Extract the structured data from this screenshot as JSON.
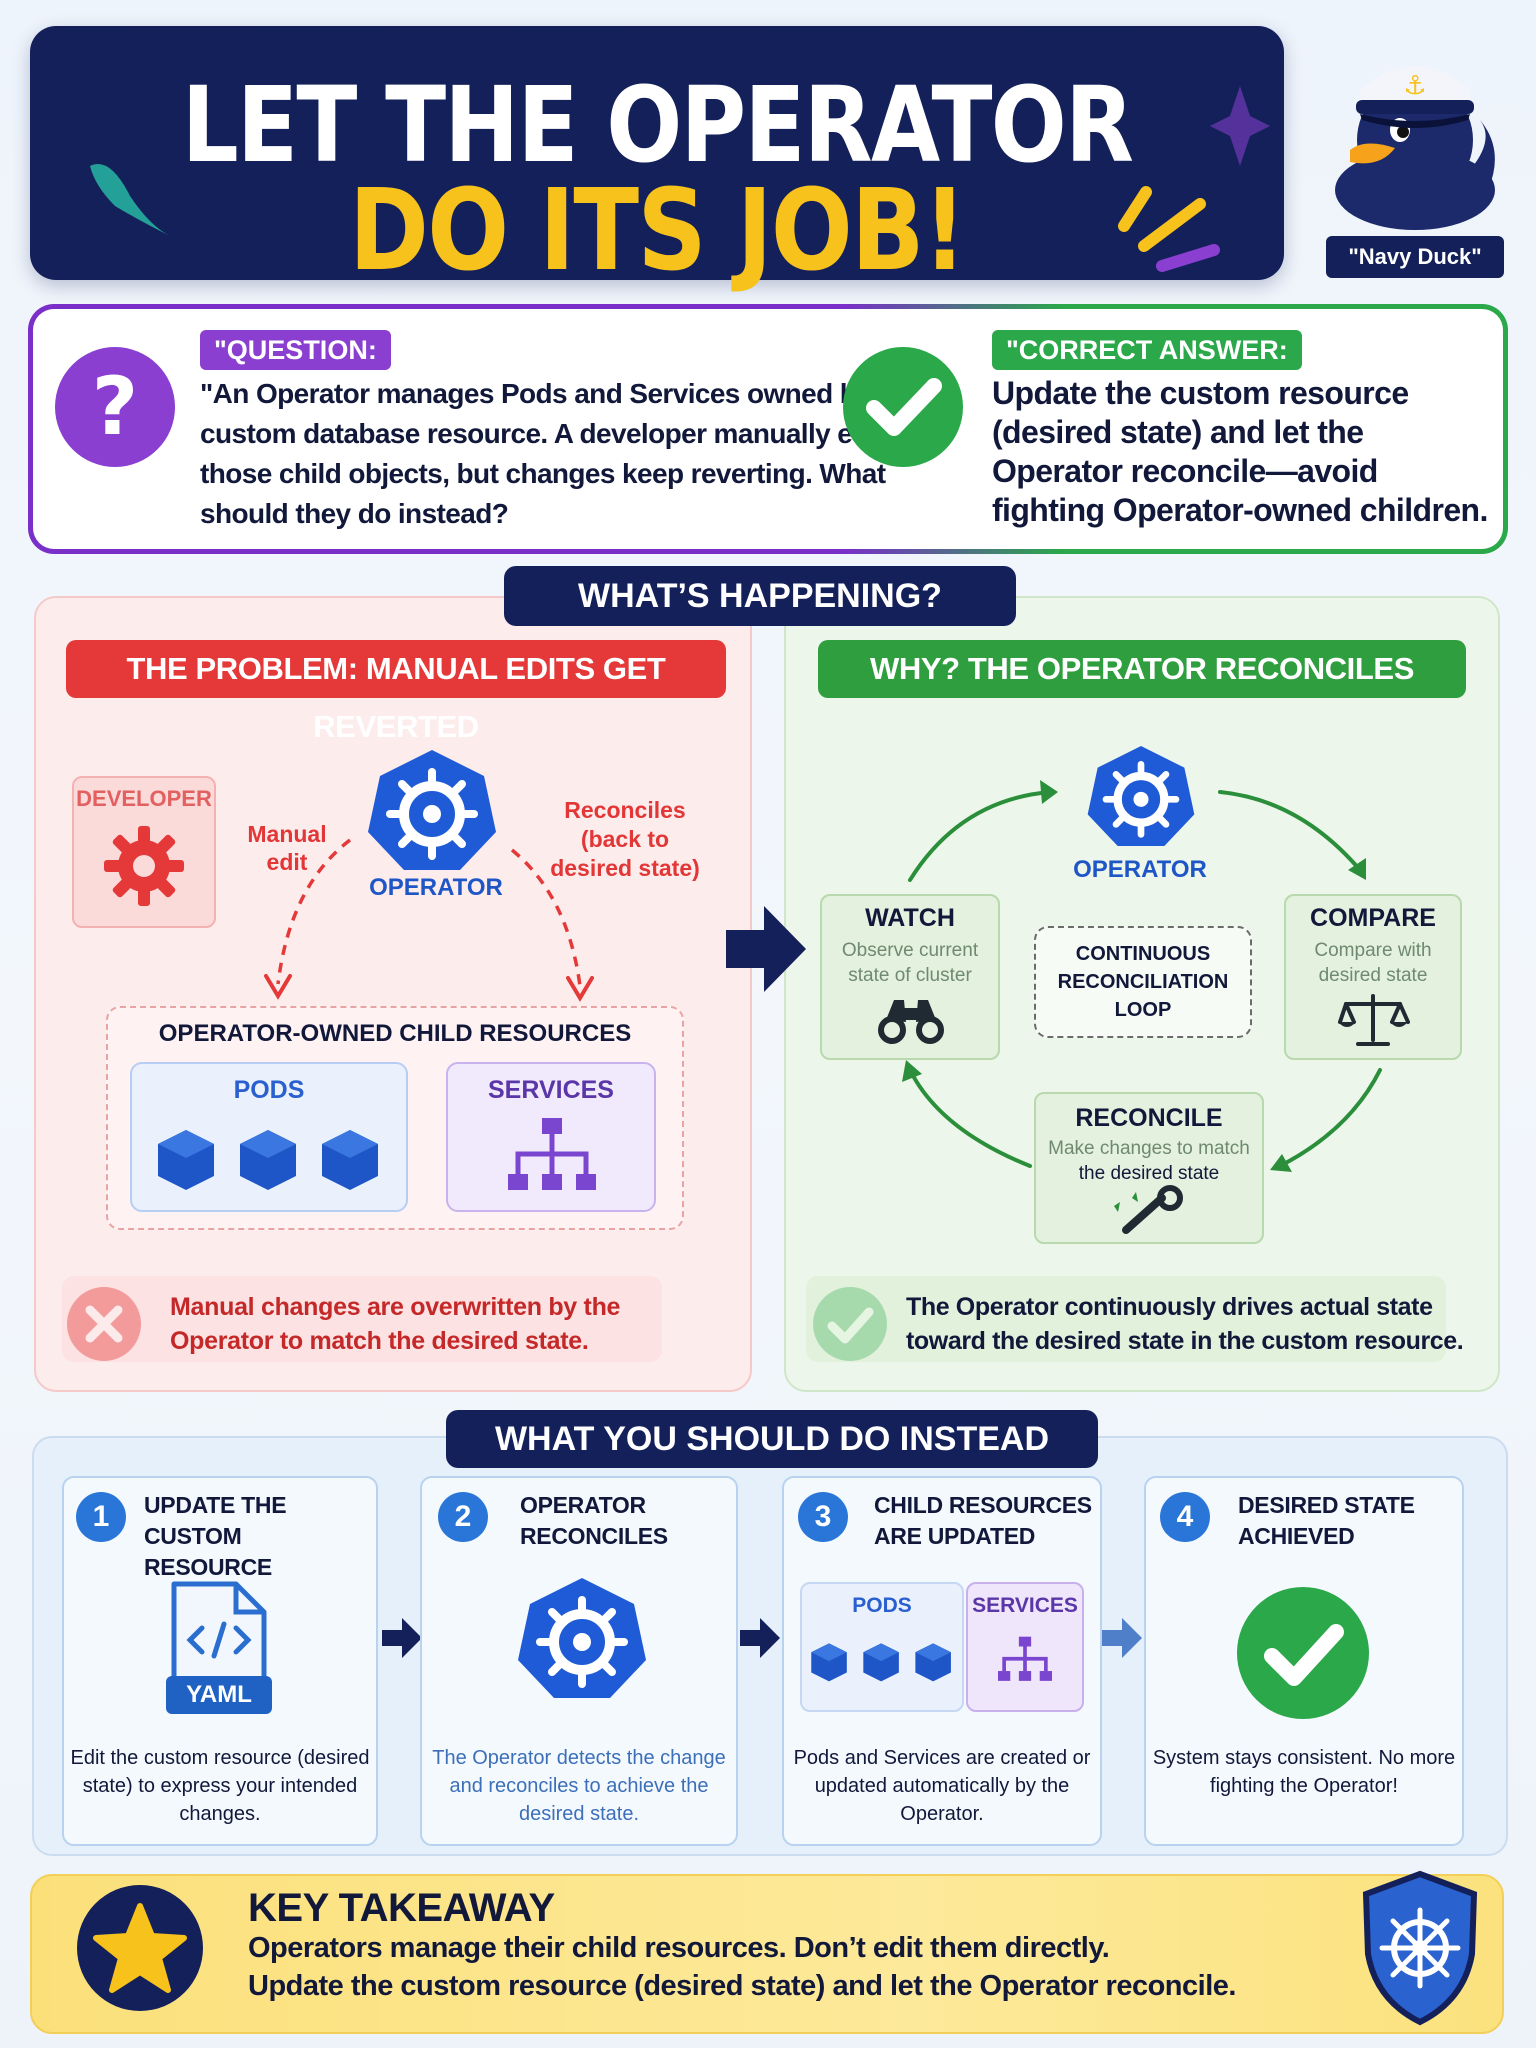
{
  "title": {
    "line1": "LET THE OPERATOR",
    "line2": "DO ITS JOB!"
  },
  "mascot": {
    "label": "\"Navy Duck\""
  },
  "question": {
    "tag": "\"QUESTION:",
    "text": "\"An Operator manages Pods and Services owned by a custom database resource. A developer manually edits those child objects, but changes keep reverting. What should they do instead?"
  },
  "answer": {
    "tag": "\"CORRECT ANSWER:",
    "text": "Update the custom resource (desired state) and let the Operator reconcile—avoid fighting Operator-owned children."
  },
  "happening": {
    "title": "WHAT’S HAPPENING?",
    "problem": {
      "header": "THE PROBLEM: MANUAL EDITS GET REVERTED",
      "developer": "DEVELOPER",
      "manual_edit": "Manual edit",
      "reconciles": "Reconciles (back to desired state)",
      "operator": "OPERATOR",
      "children_title": "OPERATOR-OWNED CHILD RESOURCES",
      "pods": "PODS",
      "services": "SERVICES",
      "note": "Manual changes are overwritten by the Operator to match the desired state."
    },
    "solution": {
      "header": "WHY? THE OPERATOR RECONCILES",
      "operator": "OPERATOR",
      "watch_title": "WATCH",
      "watch_desc": "Observe current state of cluster",
      "compare_title": "COMPARE",
      "compare_desc": "Compare with desired state",
      "loop": "CONTINUOUS RECONCILIATION LOOP",
      "reconcile_title": "RECONCILE",
      "reconcile_desc_a": "Make changes to match",
      "reconcile_desc_b": "the desired state",
      "note": "The Operator continuously drives actual state toward the desired state in the custom resource."
    }
  },
  "instead": {
    "title": "WHAT YOU SHOULD DO INSTEAD",
    "steps": [
      {
        "num": "1",
        "title": "UPDATE THE CUSTOM RESOURCE",
        "desc": "Edit the custom resource (desired state) to express your intended changes.",
        "icon_label": "YAML"
      },
      {
        "num": "2",
        "title": "OPERATOR RECONCILES",
        "desc": "The Operator detects the change and reconciles to achieve the desired state."
      },
      {
        "num": "3",
        "title": "CHILD RESOURCES ARE UPDATED",
        "desc": "Pods and Services are created or updated automatically by the Operator.",
        "pods": "PODS",
        "services": "SERVICES"
      },
      {
        "num": "4",
        "title": "DESIRED STATE ACHIEVED",
        "desc": "System stays consistent. No more fighting the Operator!"
      }
    ]
  },
  "takeaway": {
    "title": "KEY TAKEAWAY",
    "line1": "Operators manage their child resources. Don’t edit them directly.",
    "line2": "Update the custom resource (desired state) and let the Operator reconcile."
  },
  "colors": {
    "navy": "#14205a",
    "yellow": "#f7c21b",
    "red": "#e53838",
    "green": "#2f9e3f",
    "blue": "#2a76d8",
    "purple": "#8a3fd1"
  }
}
